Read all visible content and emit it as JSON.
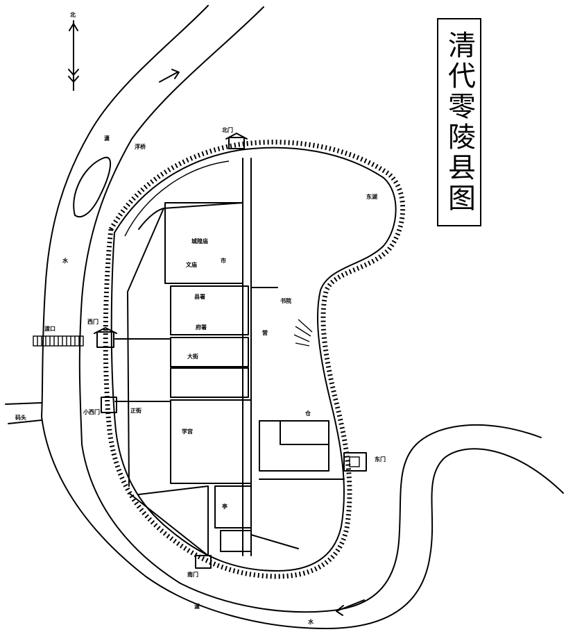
{
  "title": "清代零陵县图",
  "compass": {
    "north": "北"
  },
  "labels": {
    "north_gate": "北门",
    "east_gate": "东门",
    "west_gate": "西门",
    "small_west_gate": "小西门",
    "south_gate": "南门",
    "river_top": "潇",
    "river_left": "水",
    "river_bottom_left": "潇",
    "river_bottom_right": "水",
    "dock": "码头",
    "ferry": "渡口",
    "bridge": "浮桥",
    "temple_a": "城隍庙",
    "temple_b": "文庙",
    "office_a": "县署",
    "office_b": "府署",
    "street_a": "大街",
    "street_b": "正街",
    "market": "市",
    "lake": "东湖",
    "academy": "书院",
    "barracks": "营",
    "warehouse": "仓",
    "school": "学宫",
    "pavilion": "亭"
  }
}
